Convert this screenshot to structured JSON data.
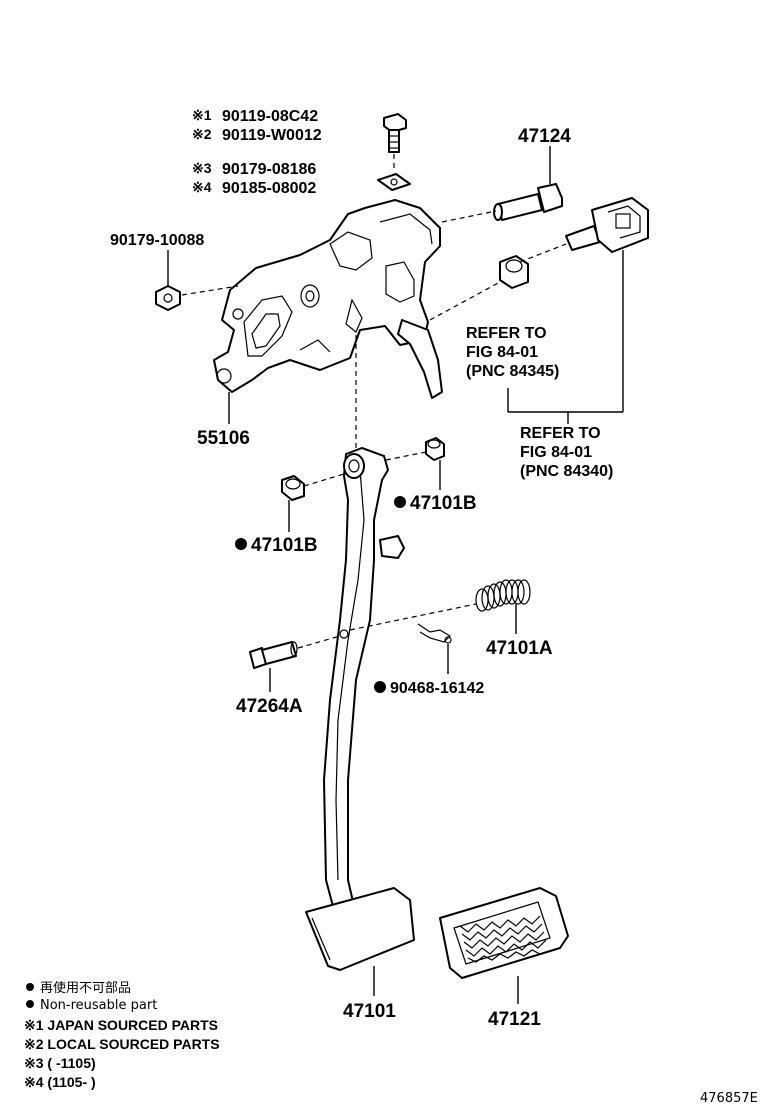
{
  "diagram_id": "476857E",
  "labels": {
    "bolt_1": "90119-08C42",
    "bolt_2": "90119-W0012",
    "nut_3": "90179-08186",
    "nut_4": "90185-08002",
    "mark_1": "※1",
    "mark_2": "※2",
    "mark_3": "※3",
    "mark_4": "※4",
    "pin_top": "47124",
    "nut_left": "90179-10088",
    "bracket": "55106",
    "refer_a_line1": "REFER TO",
    "refer_a_line2": "FIG 84-01",
    "refer_a_line3": "(PNC 84345)",
    "refer_b_line1": "REFER TO",
    "refer_b_line2": "FIG 84-01",
    "refer_b_line3": "(PNC 84340)",
    "bushing_right": "47101B",
    "bushing_left": "47101B",
    "spring": "47101A",
    "clip": "90468-16142",
    "pin_lower": "47264A",
    "pedal": "47101",
    "pad": "47121"
  },
  "legend": {
    "nonreusable_jp": "再使用不可部品",
    "nonreusable_en": "Non-reusable part",
    "note1": "※1 JAPAN SOURCED PARTS",
    "note2": "※2 LOCAL SOURCED PARTS",
    "note3": "※3 (       -1105)",
    "note4": "※4 (1105-       )"
  }
}
